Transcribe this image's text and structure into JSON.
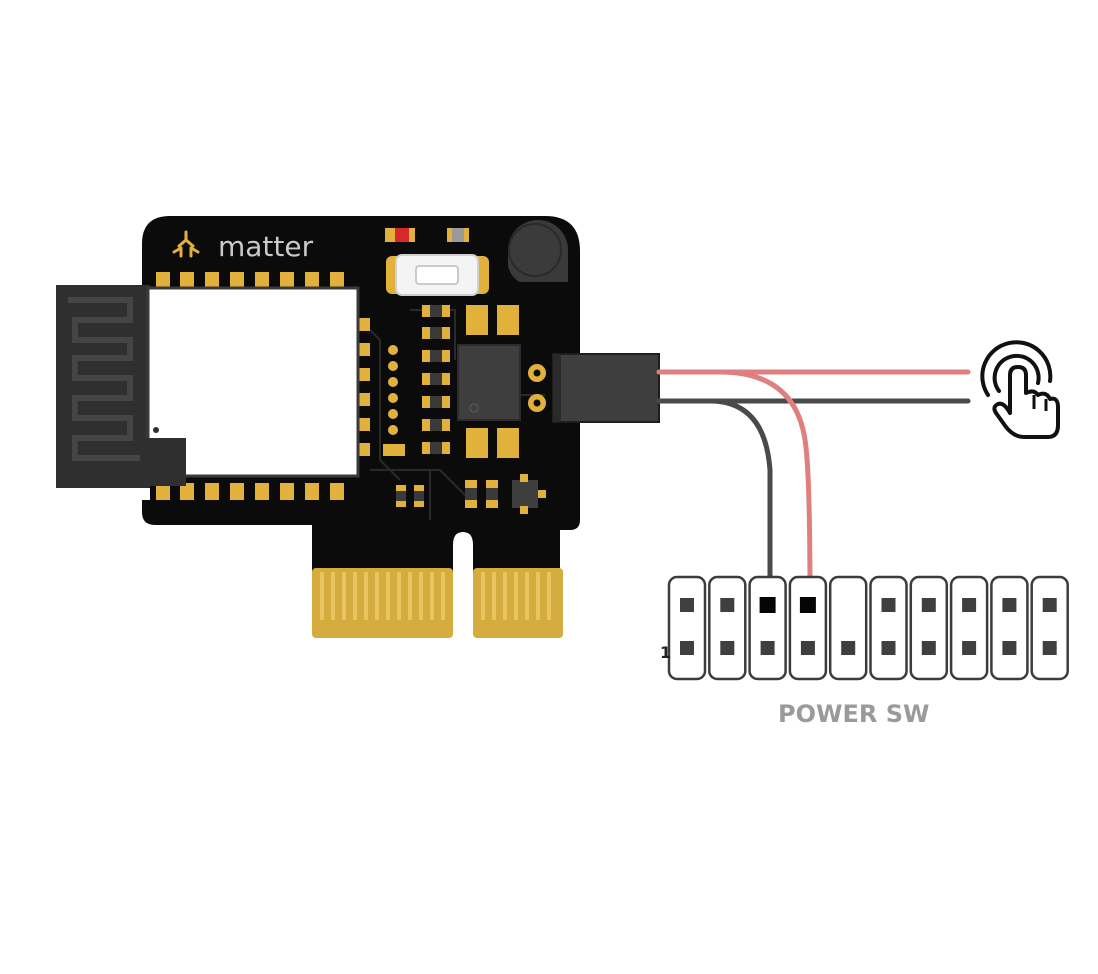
{
  "board": {
    "brand_text": "matter",
    "logo_icon": "matter-logo-icon",
    "pcb_color": "#0b0b0b",
    "gold_color": "#e2b13c",
    "silk_color": "#c9c9c9"
  },
  "wires": {
    "red_color": "#e07f80",
    "black_color": "#4a4a4a"
  },
  "button": {
    "icon": "tap-button-icon"
  },
  "header": {
    "pin1_label": "1",
    "label": "POWER SW",
    "pin_count_per_row": 10
  }
}
